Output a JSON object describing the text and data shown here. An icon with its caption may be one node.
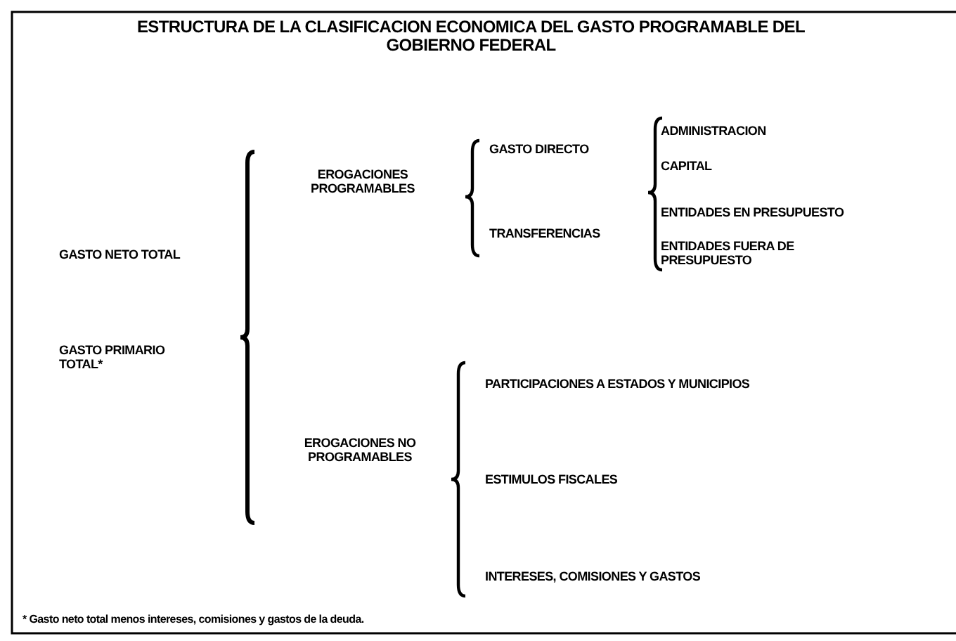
{
  "diagram": {
    "title": "ESTRUCTURA DE LA CLASIFICACION ECONOMICA DEL GASTO PROGRAMABLE DEL GOBIERNO FEDERAL",
    "labels": [
      "GASTO NETO TOTAL",
      "GASTO PRIMARIO TOTAL*",
      "EROGACIONES PROGRAMABLES",
      "GASTO DIRECTO",
      "TRANSFERENCIAS",
      "ADMINISTRACION",
      "CAPITAL",
      "ENTIDADES EN PRESUPUESTO",
      "ENTIDADES FUERA DE PRESUPUESTO",
      "EROGACIONES NO PROGRAMABLES",
      "PARTICIPACIONES A ESTADOS Y MUNICIPIOS",
      "ESTIMULOS FISCALES",
      "INTERESES, COMISIONES Y GASTOS"
    ],
    "caption": "* Gasto neto total menos intereses, comisiones y gastos de la deuda."
  }
}
